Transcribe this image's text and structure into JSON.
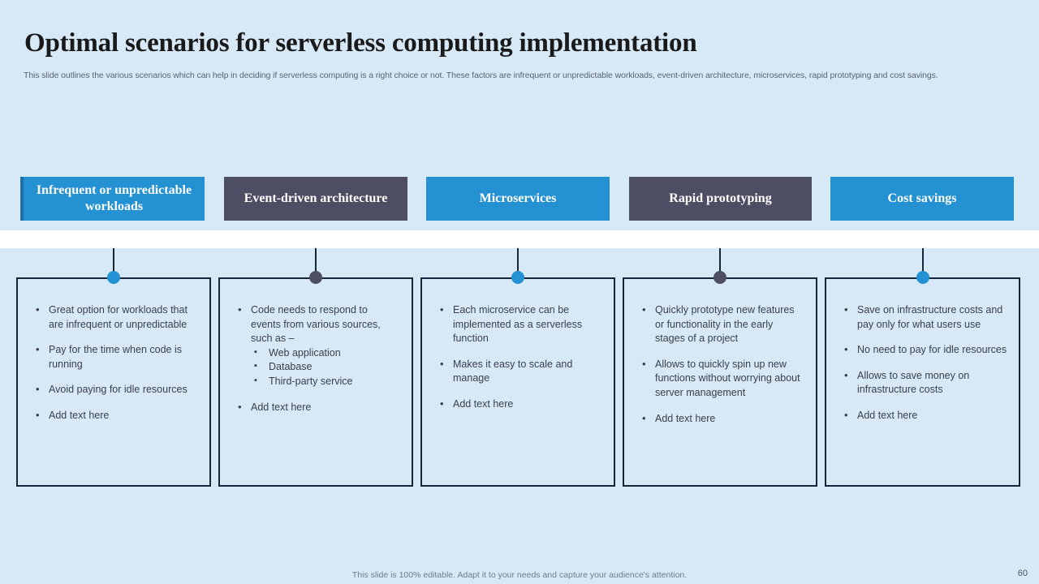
{
  "slide": {
    "title": "Optimal scenarios for serverless computing implementation",
    "subtitle": "This slide outlines the various scenarios which can help in deciding if serverless computing is a right choice or not.  These factors are infrequent or unpredictable workloads, event-driven architecture, microservices, rapid prototyping and cost savings.",
    "background_color": "#d7e9f7",
    "accent_blue": "#2391d2",
    "accent_slate": "#4d4d63",
    "border_color": "#16263a"
  },
  "columns": [
    {
      "header": "Infrequent or unpredictable workloads",
      "header_style": "blue",
      "dot_style": "blue",
      "bullets": [
        {
          "text": "Great option for workloads that are infrequent or unpredictable",
          "sub": []
        },
        {
          "text": "Pay for the time when code is running",
          "sub": []
        },
        {
          "text": "Avoid paying for idle resources",
          "sub": []
        },
        {
          "text": "Add text here",
          "sub": []
        }
      ]
    },
    {
      "header": "Event-driven architecture",
      "header_style": "slate",
      "dot_style": "slate",
      "bullets": [
        {
          "text": "Code needs to respond to events from various sources, such as –",
          "sub": [
            "Web application",
            "Database",
            "Third-party service"
          ]
        },
        {
          "text": "Add text here",
          "sub": []
        }
      ]
    },
    {
      "header": "Microservices",
      "header_style": "blue",
      "dot_style": "blue",
      "bullets": [
        {
          "text": "Each microservice can be implemented as a serverless function",
          "sub": []
        },
        {
          "text": "Makes it easy to scale and manage",
          "sub": []
        },
        {
          "text": "Add text here",
          "sub": []
        }
      ]
    },
    {
      "header": "Rapid prototyping",
      "header_style": "slate",
      "dot_style": "slate",
      "bullets": [
        {
          "text": "Quickly prototype new features or functionality in the early stages of a project",
          "sub": []
        },
        {
          "text": "Allows to quickly spin up new functions without worrying about server management",
          "sub": []
        },
        {
          "text": "Add text here",
          "sub": []
        }
      ]
    },
    {
      "header": "Cost savings",
      "header_style": "blue",
      "dot_style": "blue",
      "bullets": [
        {
          "text": "Save on infrastructure costs and pay only for what users use",
          "sub": []
        },
        {
          "text": "No need to pay for idle resources",
          "sub": []
        },
        {
          "text": "Allows to save money on infrastructure costs",
          "sub": []
        },
        {
          "text": "Add text here",
          "sub": []
        }
      ]
    }
  ],
  "footer": {
    "note": "This slide is 100% editable. Adapt it to your needs and capture your audience's attention.",
    "page_number": "60"
  }
}
